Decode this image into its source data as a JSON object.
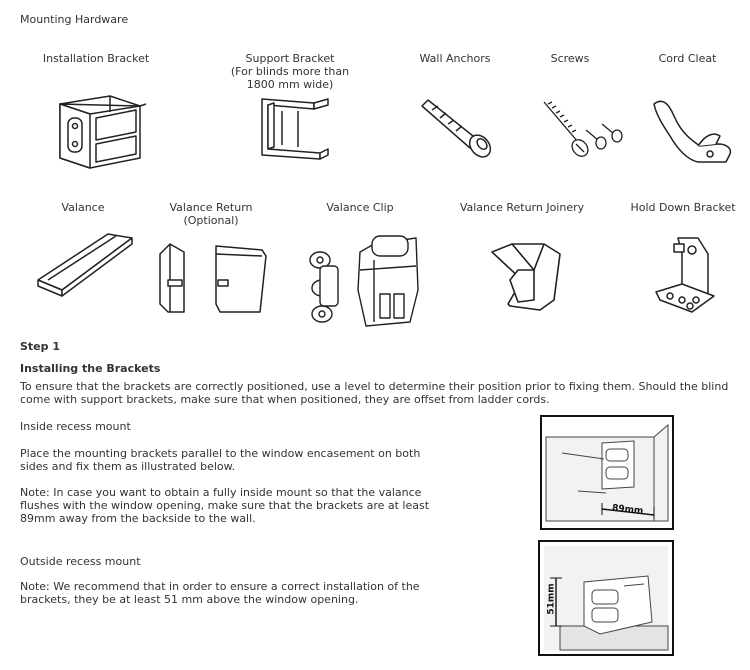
{
  "header": {
    "title": "Mounting Hardware"
  },
  "items_row1": [
    {
      "label": "Installation Bracket"
    },
    {
      "label": "Support Bracket\n(For blinds more than\n1800 mm wide)"
    },
    {
      "label": "Wall Anchors"
    },
    {
      "label": "Screws"
    },
    {
      "label": "Cord Cleat"
    }
  ],
  "items_row2": [
    {
      "label": "Valance"
    },
    {
      "label": "Valance Return\n(Optional)"
    },
    {
      "label": "Valance Clip"
    },
    {
      "label": "Valance Return Joinery"
    },
    {
      "label": "Hold Down Bracket"
    }
  ],
  "step": {
    "title": "Step 1",
    "subtitle": "Installing the Brackets",
    "intro": "To ensure that the brackets are correctly positioned, use a level to determine their position prior to fixing them. Should the blind come with support brackets, make sure that when positioned, they are offset from ladder cords."
  },
  "inside": {
    "heading": "Inside recess mount",
    "p1": "Place the mounting brackets parallel to the window encasement on both sides and fix them as illustrated below.",
    "p2": "Note: In case you want to obtain a fully inside mount so that the valance flushes with the window opening, make sure that the brackets are at least 89mm away from the backside to the wall.",
    "dimension": "89mm"
  },
  "outside": {
    "heading": "Outside recess mount",
    "p1": "Note: We recommend that in order to ensure a correct installation of the brackets, they be at least 51 mm above the window opening.",
    "dimension": "51mm"
  }
}
